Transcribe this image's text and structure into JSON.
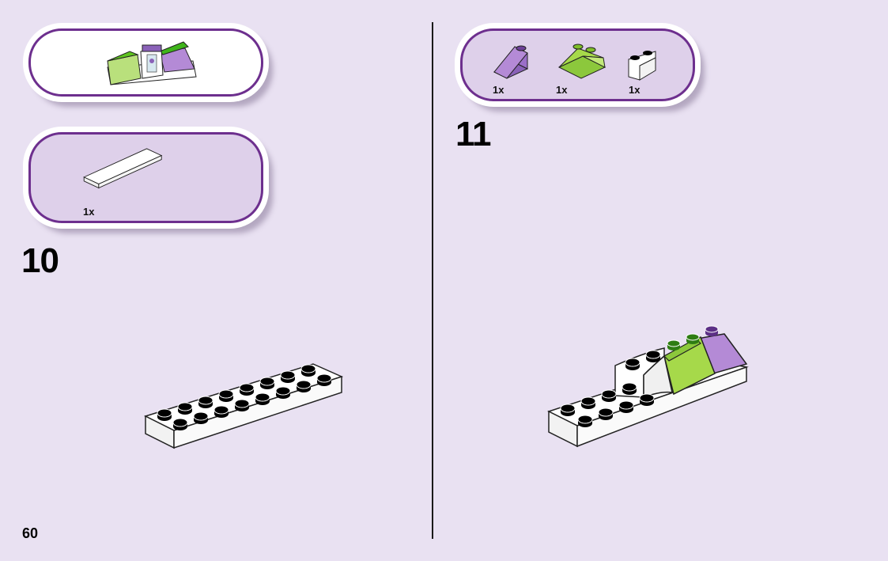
{
  "page": {
    "number": "60",
    "background": "#e9e1f2",
    "accent": "#6d2f8e"
  },
  "left": {
    "step_number": "10",
    "model_preview_panel": {
      "background": "#ffffff",
      "icon": "model-preview-icon"
    },
    "parts_panel": {
      "background": "#ded0ea",
      "parts": [
        {
          "qty": "1x",
          "icon": "white-plate-2x8-icon"
        }
      ]
    },
    "build_icon": "white-plate-2x8-icon"
  },
  "right": {
    "step_number": "11",
    "parts_panel": {
      "background": "#ded0ea",
      "parts": [
        {
          "qty": "1x",
          "icon": "purple-slope-brick-icon",
          "color": "#9b6fc8"
        },
        {
          "qty": "1x",
          "icon": "lime-slope-brick-icon",
          "color": "#a6d94a"
        },
        {
          "qty": "1x",
          "icon": "white-curved-brick-icon",
          "color": "#ffffff"
        }
      ]
    },
    "build_icon": "assembled-bricks-on-plate-icon"
  }
}
